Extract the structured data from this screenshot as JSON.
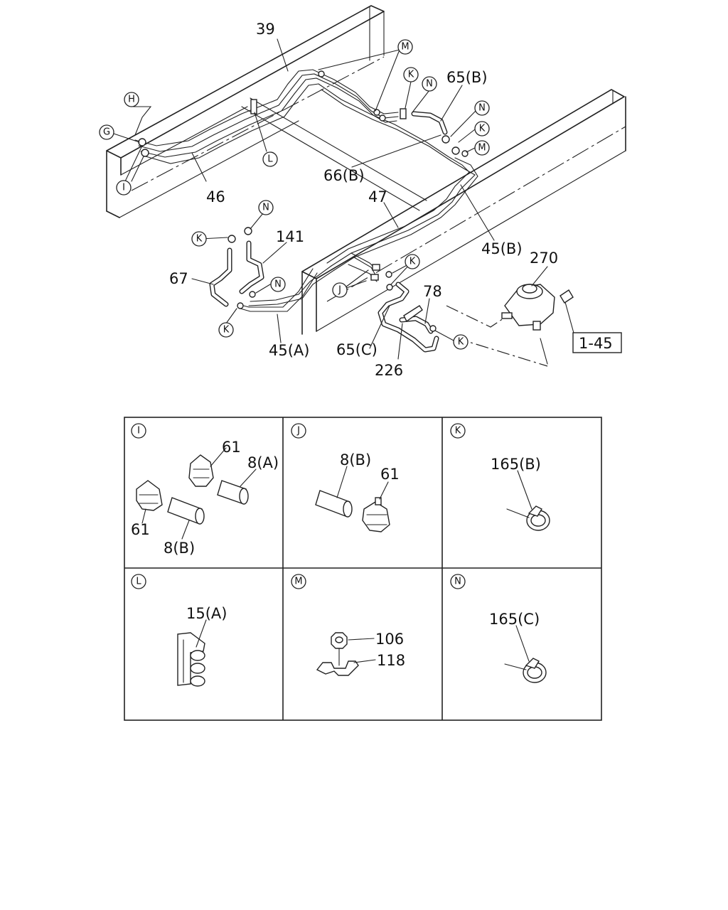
{
  "callouts": {
    "n39": "39",
    "n46": "46",
    "n47": "47",
    "n65b": "65(B)",
    "n66b": "66(B)",
    "n45b": "45(B)",
    "n270": "270",
    "n141": "141",
    "n67": "67",
    "n45a": "45(A)",
    "n65c": "65(C)",
    "n78": "78",
    "n226": "226",
    "ref": "1-45"
  },
  "markers": {
    "G": "G",
    "H": "H",
    "I": "I",
    "J": "J",
    "K": "K",
    "L": "L",
    "M": "M",
    "N": "N"
  },
  "details": {
    "I": {
      "letter": "I",
      "p61a": "61",
      "p8a": "8(A)",
      "p61b": "61",
      "p8b": "8(B)"
    },
    "J": {
      "letter": "J",
      "p8b": "8(B)",
      "p61": "61"
    },
    "K": {
      "letter": "K",
      "part": "165(B)"
    },
    "L": {
      "letter": "L",
      "part": "15(A)"
    },
    "M": {
      "letter": "M",
      "p106": "106",
      "p118": "118"
    },
    "N": {
      "letter": "N",
      "part": "165(C)"
    }
  }
}
